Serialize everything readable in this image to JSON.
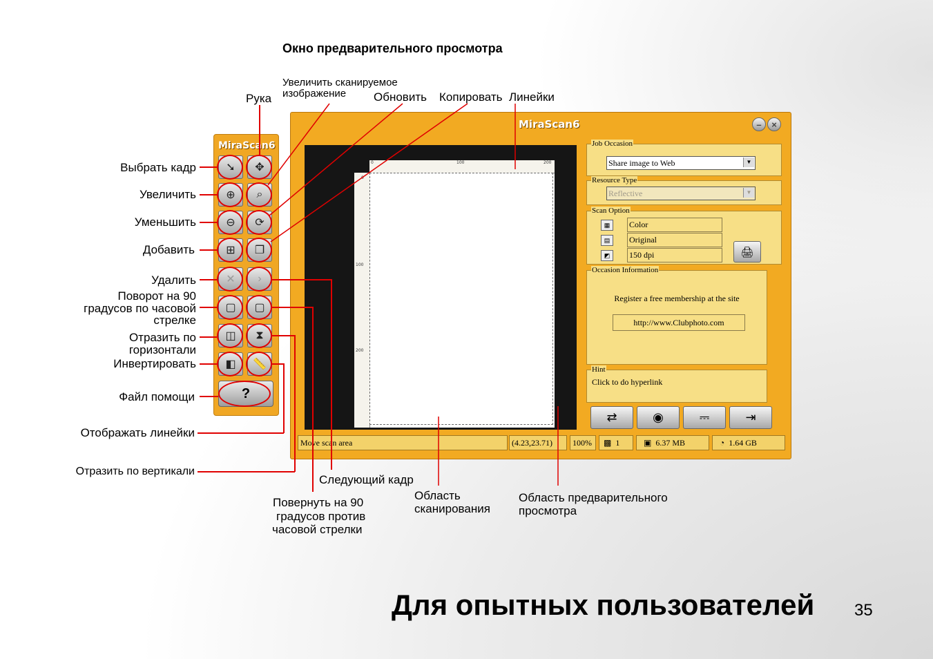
{
  "heading": "Окно предварительного просмотра",
  "labels": {
    "hand": "Рука",
    "zoom_scan_1": "Увеличить сканируемое",
    "zoom_scan_2": "изображение",
    "refresh": "Обновить",
    "copy": "Копировать",
    "rulers": "Линейки",
    "select_frame": "Выбрать кадр",
    "zoom_in": "Увеличить",
    "zoom_out": "Уменьшить",
    "add": "Добавить",
    "delete": "Удалить",
    "rotate_cw_1": "Поворот на 90",
    "rotate_cw_2": "градусов по часовой",
    "rotate_cw_3": "стрелке",
    "flip_h_1": "Отразить по",
    "flip_h_2": "горизонтали",
    "invert": "Инвертировать",
    "help_file": "Файл помощи",
    "show_rulers": "Отображать линейки",
    "flip_v": "Отразить по вертикали",
    "next_frame": "Следующий кадр",
    "rotate_ccw_1": "Повернуть на 90",
    "rotate_ccw_2": "градусов против",
    "rotate_ccw_3": "часовой стрелки",
    "scan_area_1": "Область",
    "scan_area_2": "сканирования",
    "preview_area_1": "Область предварительного",
    "preview_area_2": "просмотра"
  },
  "toolbar": {
    "title": "MiraScan6",
    "help_label": "?"
  },
  "app": {
    "title": "MiraScan6",
    "minimize": "–",
    "close": "×",
    "ruler_ticks": [
      "0",
      "100",
      "200"
    ],
    "ruler_v_ticks": [
      "0",
      "100",
      "200"
    ],
    "job_occasion": {
      "title": "Job Occasion",
      "value": "Share image to Web"
    },
    "resource_type": {
      "title": "Resource Type",
      "value": "Reflective"
    },
    "scan_option": {
      "title": "Scan Option",
      "color": "Color",
      "size": "Original",
      "resolution": "150 dpi"
    },
    "occasion_info": {
      "title": "Occasion Information",
      "text": "Register a free membership at the site",
      "link": "http://www.Clubphoto.com"
    },
    "hint": {
      "title": "Hint",
      "text": "Click to do hyperlink"
    },
    "status": {
      "message": "Move scan area",
      "coords": "(4.23,23.71)",
      "zoom": "100%",
      "count": "1",
      "size": "6.37 MB",
      "disk": "1.64 GB"
    }
  },
  "footer": {
    "title": "Для опытных пользователей",
    "page": "35"
  }
}
